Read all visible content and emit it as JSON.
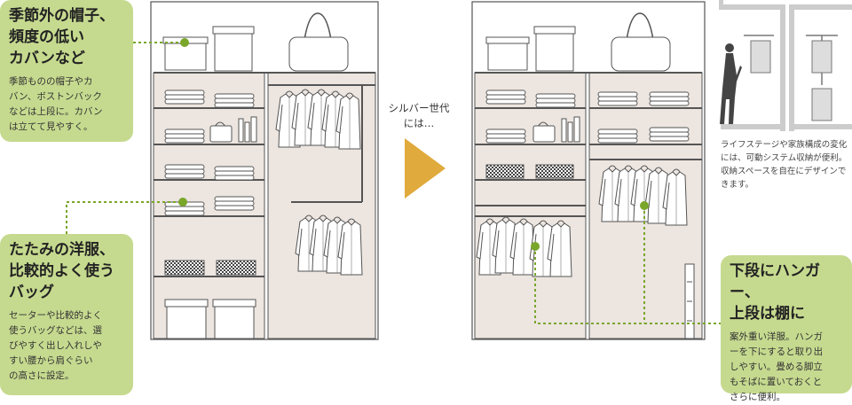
{
  "callout_top": {
    "title": "季節外の帽子、\n頻度の低い\nカバンなど",
    "body": "季節ものの帽子やカ\nバン、ボストンバック\nなどは上段に。カバン\nは立てて見やすく。"
  },
  "callout_fold": {
    "title": "たたみの洋服、\n比較的よく使う\nバッグ",
    "body": "セーターや比較的よく\n使うバッグなどは、選\nびやすく出し入れしや\nすい腰から肩ぐらい\nの高さに設定。"
  },
  "middle_text": "シルバー世代\nには…",
  "side_note": "ライフステージや家族構成の変化\nには、可動システム収納が便利。\n収納スペースを自在にデザインで\nきます。",
  "callout_hanger": {
    "title": "下段にハンガー、\n上段は棚に",
    "body": "案外重い洋服。ハンガ\nーを下にすると取り出\nしやすい。畳める脚立\nもそばに置いておくと\nさらに便利。"
  },
  "colors": {
    "callout_bg": "#c6da8f",
    "marker": "#7aa62a",
    "closet_bg": "#ece5e0",
    "arrow": "#e0aa3c"
  },
  "icons": [
    "hat-box-icon",
    "duffle-bag-icon",
    "folded-clothes-icon",
    "handbag-icon",
    "bottles-icon",
    "basket-icon",
    "hanging-shirt-icon",
    "stepladder-icon",
    "woman-silhouette-icon"
  ]
}
